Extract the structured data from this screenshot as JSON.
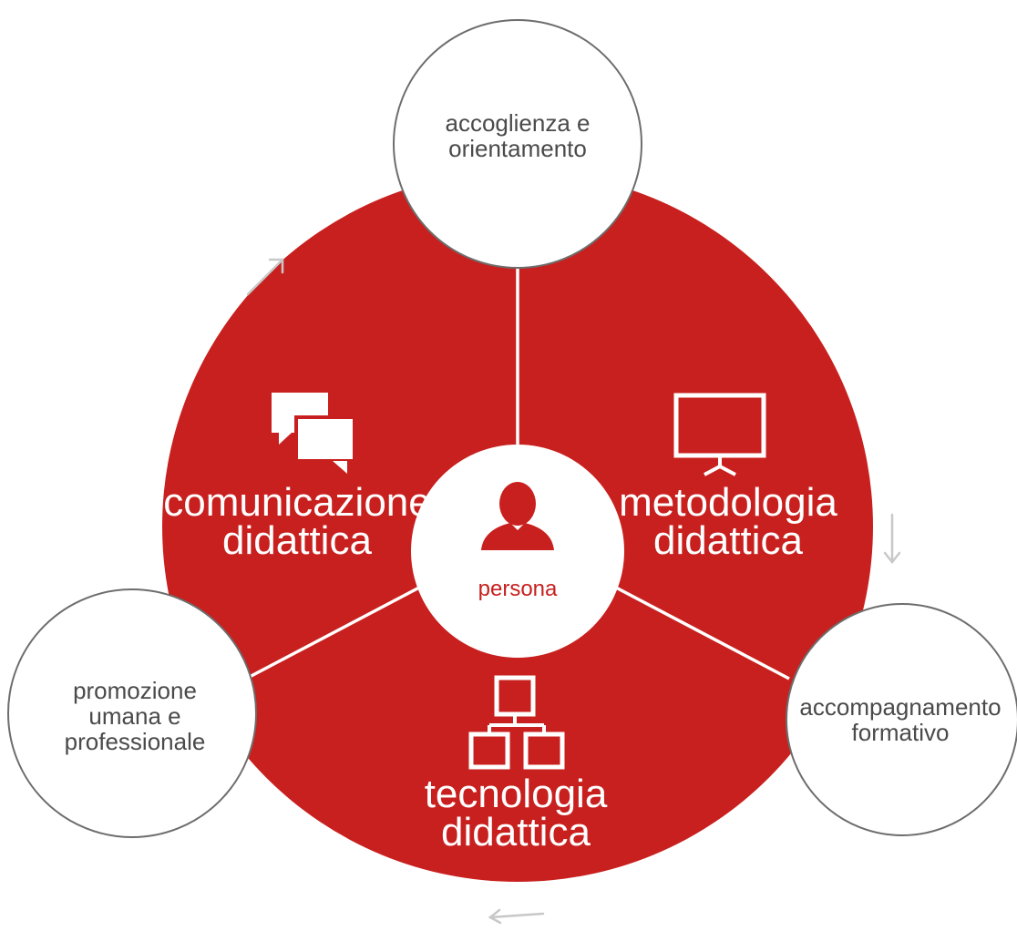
{
  "colors": {
    "main_circle": "#c8201e",
    "outer_circle_stroke": "#6d6d6d",
    "outer_circle_fill": "#ffffff",
    "center_fill": "#ffffff",
    "center_text": "#c8201e",
    "arrow": "#c8c8c8",
    "icon": "#ffffff"
  },
  "center": {
    "label": "persona",
    "icon": "person-icon"
  },
  "sectors": [
    {
      "id": "comunicazione",
      "line1": "comunicazione",
      "line2": "didattica",
      "icon": "speech-bubbles-icon"
    },
    {
      "id": "metodologia",
      "line1": "metodologia",
      "line2": "didattica",
      "icon": "presentation-board-icon"
    },
    {
      "id": "tecnologia",
      "line1": "tecnologia",
      "line2": "didattica",
      "icon": "hierarchy-chart-icon"
    }
  ],
  "outer_nodes": [
    {
      "id": "accoglienza",
      "lines": [
        "accoglienza e",
        "orientamento"
      ]
    },
    {
      "id": "accompagnamento",
      "lines": [
        "accompagnamento",
        "formativo"
      ]
    },
    {
      "id": "promozione",
      "lines": [
        "promozione",
        "umana e",
        "professionale"
      ]
    }
  ],
  "arrows": [
    "arrow-up-right-icon",
    "arrow-down-icon",
    "arrow-left-icon"
  ]
}
